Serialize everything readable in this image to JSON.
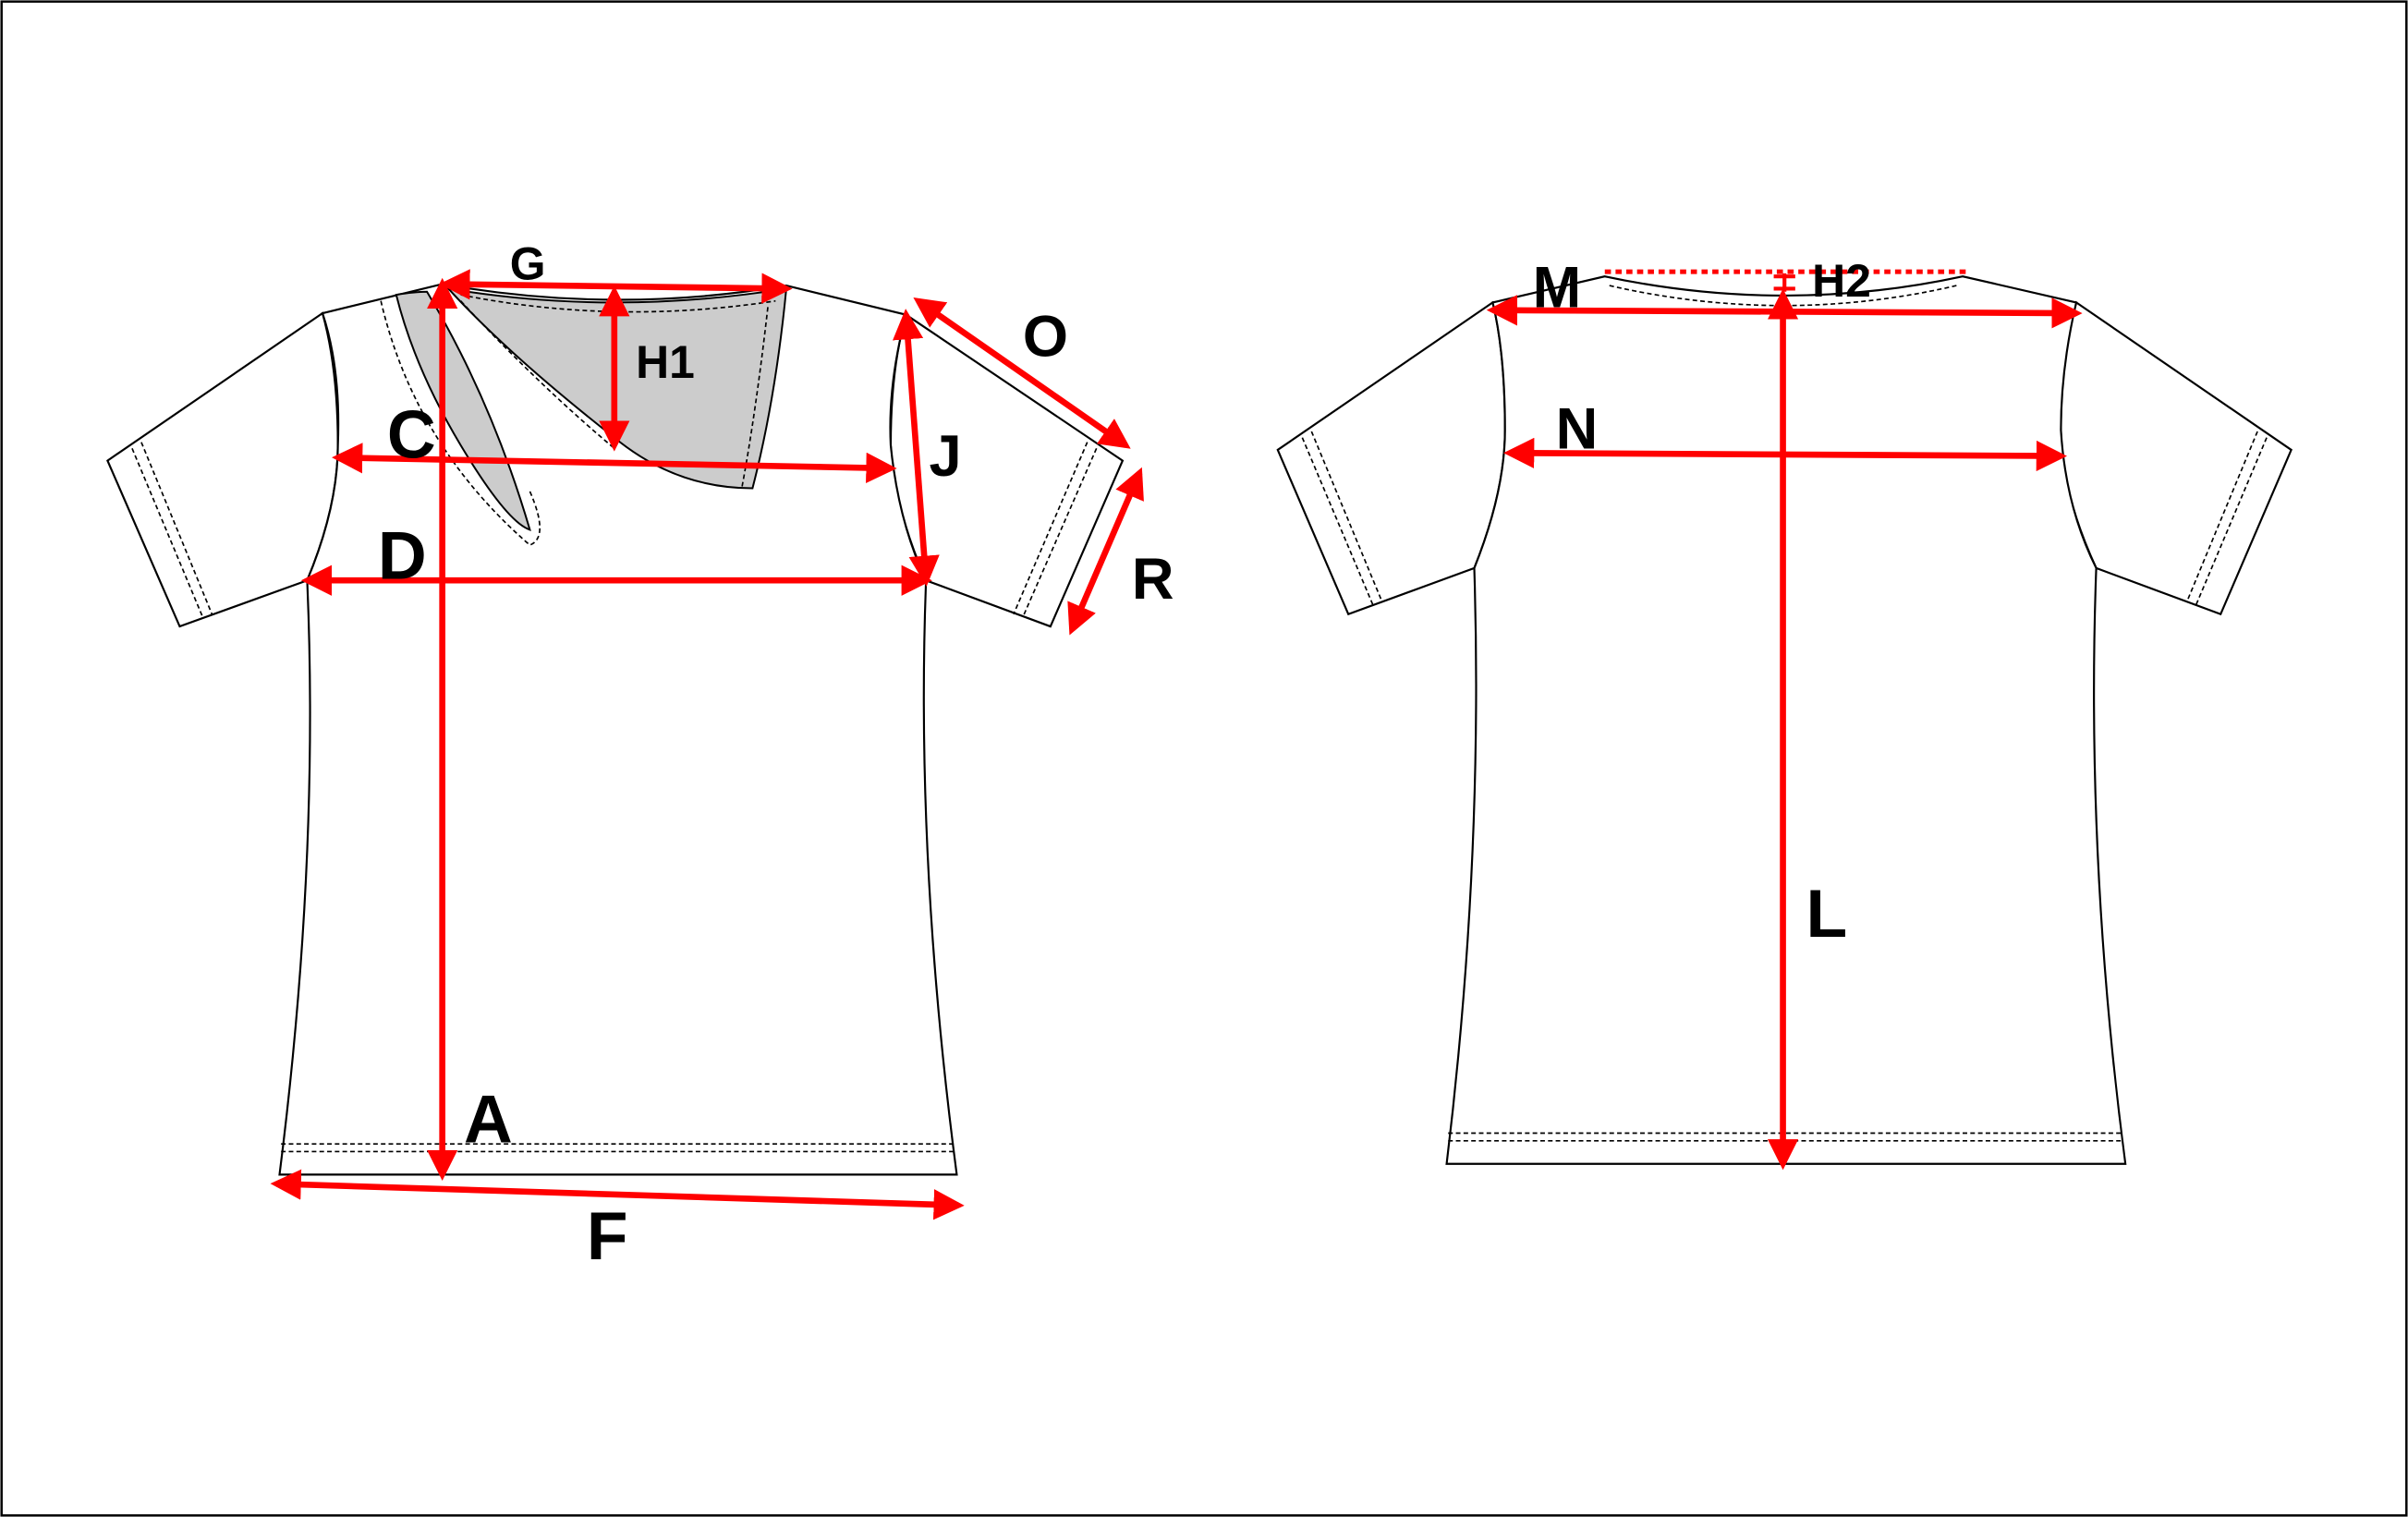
{
  "colors": {
    "measure": "#ff0000",
    "neck_fill": "#cccccc",
    "outline": "#000000"
  },
  "front": {
    "labels": {
      "G": "G",
      "H1": "H1",
      "C": "C",
      "J": "J",
      "O": "O",
      "R": "R",
      "D": "D",
      "A": "A",
      "F": "F"
    }
  },
  "back": {
    "labels": {
      "M": "M",
      "H2": "H2",
      "N": "N",
      "L": "L"
    }
  }
}
